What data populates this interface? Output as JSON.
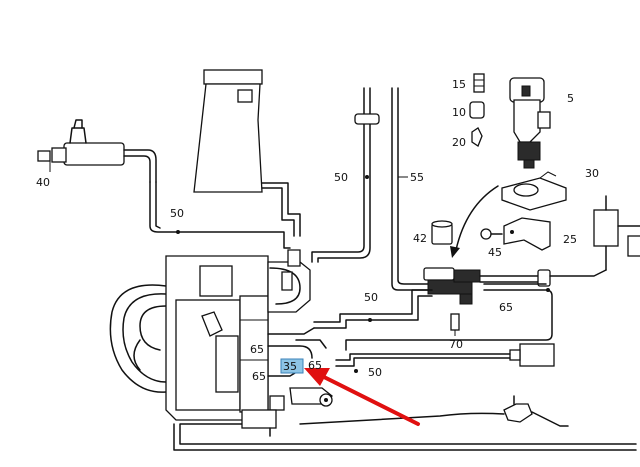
{
  "diagram": {
    "labels": {
      "l_15": "15",
      "l_10": "10",
      "l_20": "20",
      "l_5": "5",
      "l_40": "40",
      "l_50_left": "50",
      "l_50_mid": "50",
      "l_55": "55",
      "l_30": "30",
      "l_42": "42",
      "l_45": "45",
      "l_25": "25",
      "l_50_right": "50",
      "l_65_right": "65",
      "l_70": "70",
      "l_65_a": "65",
      "l_65_b": "65",
      "l_35": "35",
      "l_65_c": "65",
      "l_50_low": "50"
    },
    "highlight": {
      "part": "35",
      "color": "#8ec5e6"
    },
    "arrow_color": "#e01010"
  }
}
